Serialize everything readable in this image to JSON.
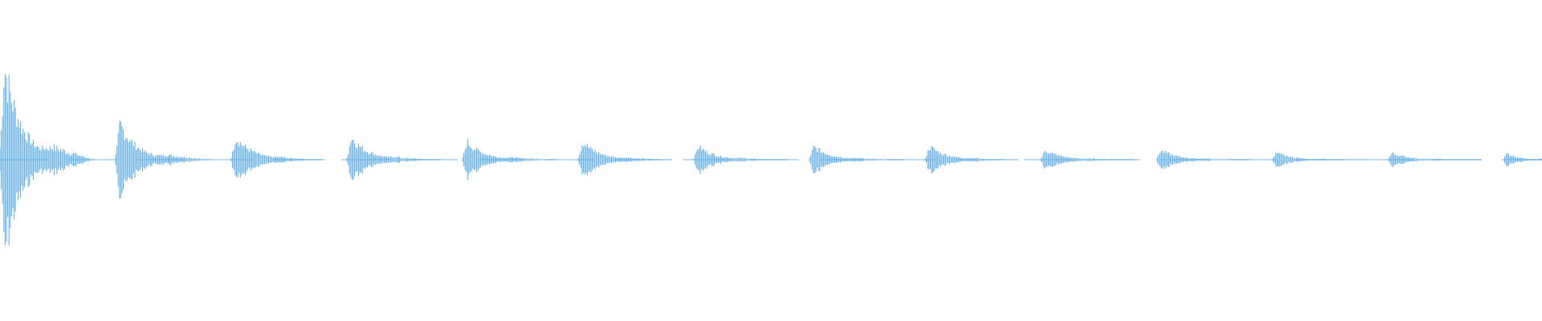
{
  "waveform": {
    "color": "#5aaae3",
    "background": "#ffffff",
    "duration_units": 16,
    "bursts": [
      {
        "start": 0.0,
        "length": 0.55,
        "amplitude": 1.0,
        "tail": 0.14
      },
      {
        "start": 1.2,
        "length": 0.55,
        "amplitude": 0.38,
        "tail": 0.05
      },
      {
        "start": 2.4,
        "length": 0.55,
        "amplitude": 0.24,
        "tail": 0.02
      },
      {
        "start": 3.6,
        "length": 0.55,
        "amplitude": 0.24,
        "tail": 0.02
      },
      {
        "start": 4.8,
        "length": 0.55,
        "amplitude": 0.19,
        "tail": 0.02
      },
      {
        "start": 6.0,
        "length": 0.55,
        "amplitude": 0.19,
        "tail": 0.015
      },
      {
        "start": 7.2,
        "length": 0.55,
        "amplitude": 0.14,
        "tail": 0.012
      },
      {
        "start": 8.4,
        "length": 0.55,
        "amplitude": 0.14,
        "tail": 0.012
      },
      {
        "start": 9.6,
        "length": 0.55,
        "amplitude": 0.14,
        "tail": 0.01
      },
      {
        "start": 10.8,
        "length": 0.55,
        "amplitude": 0.1,
        "tail": 0.01
      },
      {
        "start": 12.0,
        "length": 0.55,
        "amplitude": 0.1,
        "tail": 0.008
      },
      {
        "start": 13.2,
        "length": 0.55,
        "amplitude": 0.07,
        "tail": 0.006
      },
      {
        "start": 14.4,
        "length": 0.55,
        "amplitude": 0.07,
        "tail": 0.006
      },
      {
        "start": 15.6,
        "length": 0.4,
        "amplitude": 0.07,
        "tail": 0.0
      }
    ]
  }
}
